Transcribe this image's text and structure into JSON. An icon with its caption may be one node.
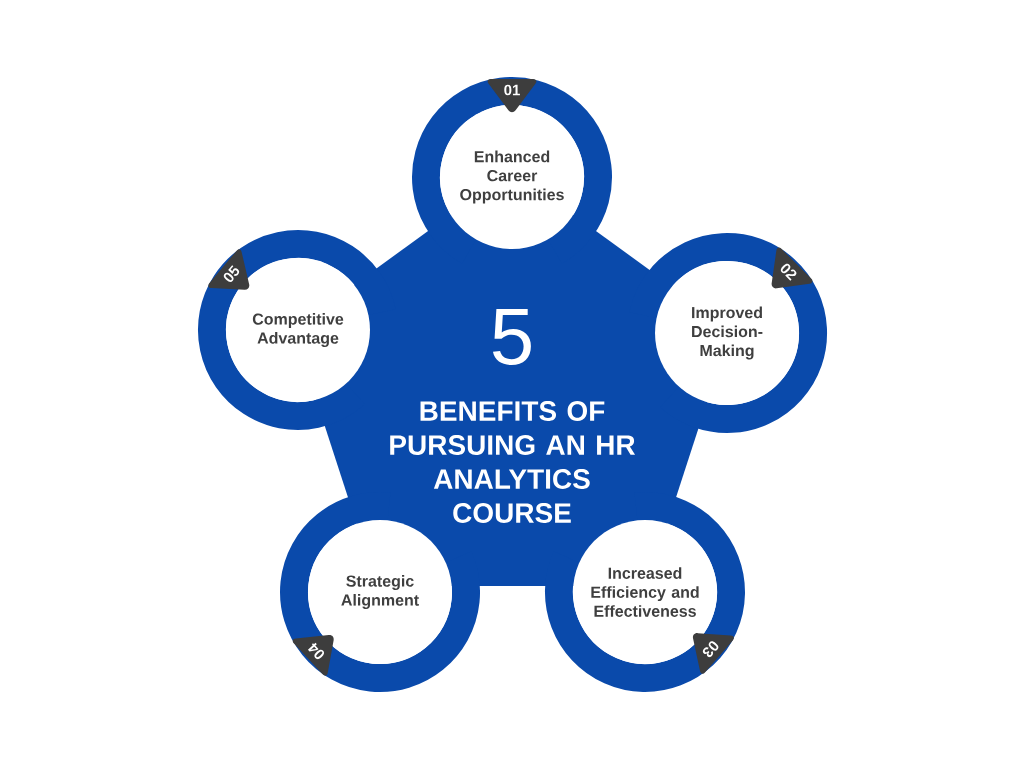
{
  "diagram": {
    "nodes": [
      {
        "text": [
          "5",
          "BENEFITS OF PURSUING AN HR ANALYTICS COURSE"
        ]
      },
      {
        "text": [
          "Enhanced Career Opportunities"
        ],
        "beside": [
          "01"
        ]
      },
      {
        "text": [
          "Improved Decision-Making"
        ],
        "beside": [
          "02"
        ]
      },
      {
        "text": [
          "Increased Efficiency and Effectiveness"
        ],
        "beside": [
          "03"
        ]
      },
      {
        "text": [
          "Strategic Alignment"
        ],
        "beside": [
          "04"
        ]
      },
      {
        "text": [
          "Competitive Advantage"
        ],
        "beside": [
          "05"
        ]
      }
    ]
  }
}
